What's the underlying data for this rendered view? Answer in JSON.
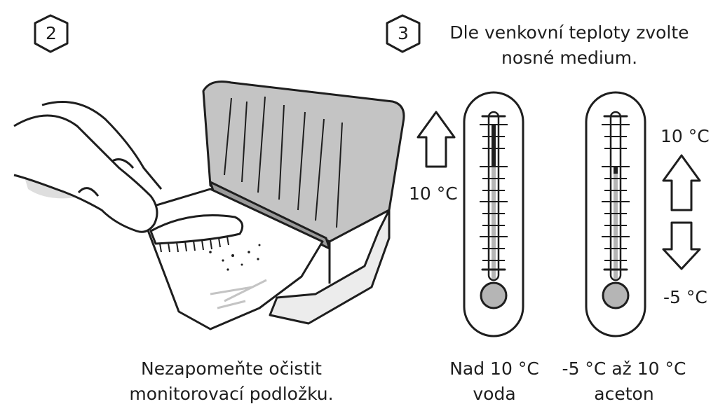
{
  "steps": {
    "step2": {
      "number": "2",
      "caption_line1": "Nezapomeňte očistit",
      "caption_line2": "monitorovací podložku."
    },
    "step3": {
      "number": "3",
      "instruction_line1": "Dle venkovní teploty zvolte",
      "instruction_line2": "nosné medium."
    }
  },
  "thermometers": {
    "left": {
      "arrow_label": "10 °C",
      "caption_line1": "Nad 10 °C",
      "caption_line2": "voda"
    },
    "right": {
      "upper_label": "10 °C",
      "lower_label": "-5 °C",
      "caption_line1": "-5 °C až 10 °C",
      "caption_line2": "aceton"
    }
  },
  "colors": {
    "ink": "#1e1e1e",
    "gray_fill": "#c4c4c4",
    "light_gray": "#dedede",
    "bulb": "#b5b5b5"
  }
}
